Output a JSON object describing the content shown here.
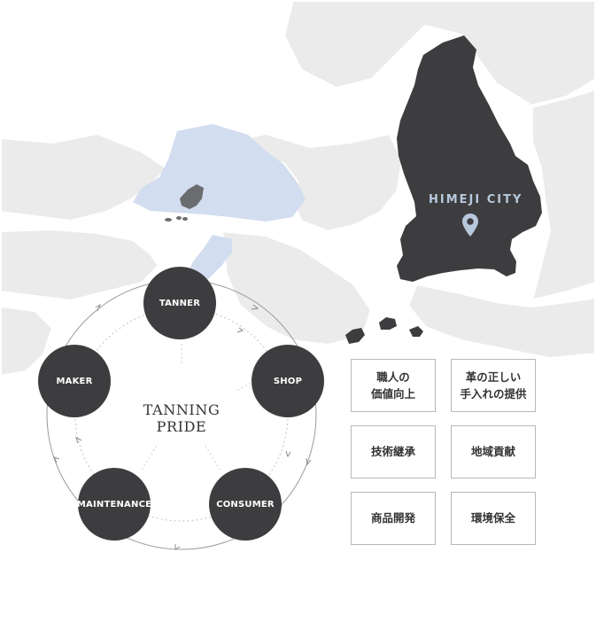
{
  "map": {
    "city_label": "HIMEJI CITY",
    "land_color": "#ebebeb",
    "water_color": "#d2ddef",
    "highlight_color": "#3d3d3f",
    "pin_color": "#b8c8dc",
    "icons": [
      "location-pin-icon"
    ]
  },
  "cycle": {
    "title": "TANNING PRIDE",
    "nodes": [
      "TANNER",
      "SHOP",
      "CONSUMER",
      "MAINTENANCE",
      "MAKER"
    ],
    "node_color": "#3d3d3f"
  },
  "values": {
    "items": [
      "職人の\n価値向上",
      "革の正しい\n手入れの提供",
      "技術継承",
      "地域貢献",
      "商品開発",
      "環境保全"
    ]
  }
}
